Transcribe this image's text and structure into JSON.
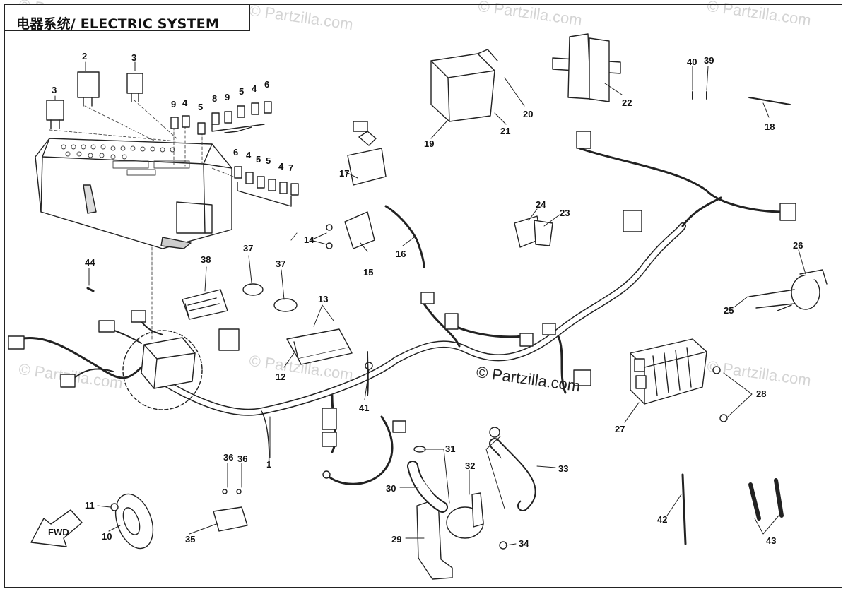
{
  "title": "电器系统/ ELECTRIC SYSTEM",
  "watermark": "© Partzilla.com",
  "copyright_notice": "© Partzilla.com",
  "fwd_arrow_label": "FWD",
  "colors": {
    "line": "#222222",
    "watermark": "#d4d4d4",
    "background": "#ffffff"
  },
  "callouts": [
    {
      "id": "c1",
      "label": "1"
    },
    {
      "id": "c2",
      "label": "2"
    },
    {
      "id": "c3a",
      "label": "3"
    },
    {
      "id": "c3b",
      "label": "3"
    },
    {
      "id": "c4a",
      "label": "4"
    },
    {
      "id": "c4b",
      "label": "4"
    },
    {
      "id": "c4c",
      "label": "4"
    },
    {
      "id": "c4d",
      "label": "4"
    },
    {
      "id": "c5a",
      "label": "5"
    },
    {
      "id": "c5b",
      "label": "5"
    },
    {
      "id": "c5c",
      "label": "5"
    },
    {
      "id": "c5d",
      "label": "5"
    },
    {
      "id": "c6a",
      "label": "6"
    },
    {
      "id": "c6b",
      "label": "6"
    },
    {
      "id": "c7",
      "label": "7"
    },
    {
      "id": "c8",
      "label": "8"
    },
    {
      "id": "c9a",
      "label": "9"
    },
    {
      "id": "c9b",
      "label": "9"
    },
    {
      "id": "c10",
      "label": "10"
    },
    {
      "id": "c11",
      "label": "11"
    },
    {
      "id": "c12",
      "label": "12"
    },
    {
      "id": "c13",
      "label": "13"
    },
    {
      "id": "c14",
      "label": "14"
    },
    {
      "id": "c15",
      "label": "15"
    },
    {
      "id": "c16",
      "label": "16"
    },
    {
      "id": "c17",
      "label": "17"
    },
    {
      "id": "c18",
      "label": "18"
    },
    {
      "id": "c19",
      "label": "19"
    },
    {
      "id": "c20",
      "label": "20"
    },
    {
      "id": "c21",
      "label": "21"
    },
    {
      "id": "c22",
      "label": "22"
    },
    {
      "id": "c23",
      "label": "23"
    },
    {
      "id": "c24",
      "label": "24"
    },
    {
      "id": "c25",
      "label": "25"
    },
    {
      "id": "c26",
      "label": "26"
    },
    {
      "id": "c27",
      "label": "27"
    },
    {
      "id": "c28",
      "label": "28"
    },
    {
      "id": "c29",
      "label": "29"
    },
    {
      "id": "c30",
      "label": "30"
    },
    {
      "id": "c31",
      "label": "31"
    },
    {
      "id": "c32",
      "label": "32"
    },
    {
      "id": "c33",
      "label": "33"
    },
    {
      "id": "c34",
      "label": "34"
    },
    {
      "id": "c35",
      "label": "35"
    },
    {
      "id": "c36a",
      "label": "36"
    },
    {
      "id": "c36b",
      "label": "36"
    },
    {
      "id": "c37a",
      "label": "37"
    },
    {
      "id": "c37b",
      "label": "37"
    },
    {
      "id": "c38",
      "label": "38"
    },
    {
      "id": "c39",
      "label": "39"
    },
    {
      "id": "c40",
      "label": "40"
    },
    {
      "id": "c41",
      "label": "41"
    },
    {
      "id": "c42",
      "label": "42"
    },
    {
      "id": "c43",
      "label": "43"
    },
    {
      "id": "c44",
      "label": "44"
    }
  ]
}
